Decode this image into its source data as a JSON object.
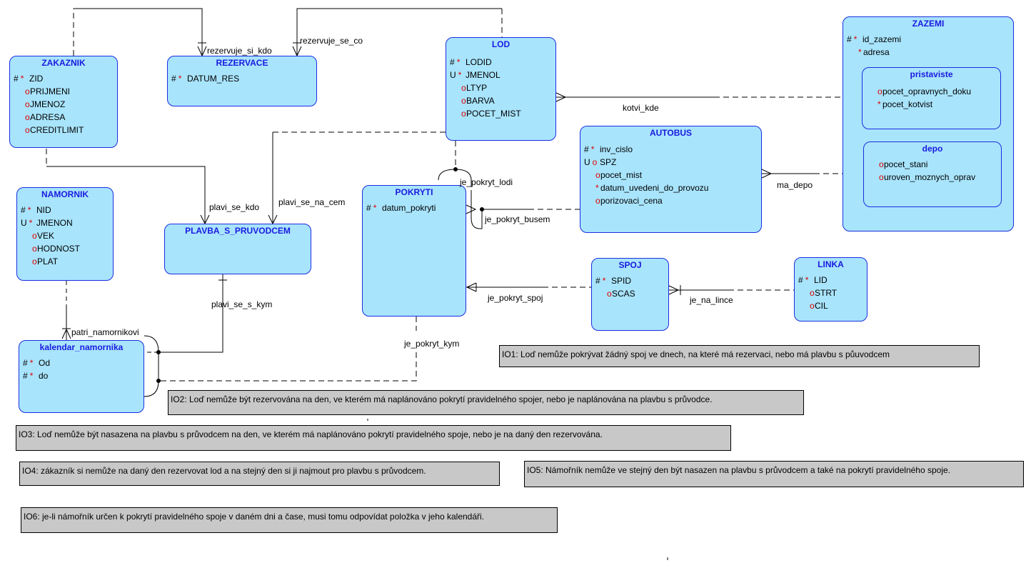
{
  "entities": {
    "zakaznik": {
      "title": "ZAKAZNIK",
      "attrs": [
        [
          "#",
          "*",
          "ZID"
        ],
        [
          "",
          "o",
          "PRIJMENI"
        ],
        [
          "",
          "o",
          "JMENOZ"
        ],
        [
          "",
          "o",
          "ADRESA"
        ],
        [
          "",
          "o",
          "CREDITLIMIT"
        ]
      ]
    },
    "rezervace": {
      "title": "REZERVACE",
      "attrs": [
        [
          "#",
          "*",
          "DATUM_RES"
        ]
      ]
    },
    "lod": {
      "title": "LOD",
      "attrs": [
        [
          "#",
          "*",
          "LODID"
        ],
        [
          "U",
          "*",
          "JMENOL"
        ],
        [
          "",
          "o",
          "LTYP"
        ],
        [
          "",
          "o",
          "BARVA"
        ],
        [
          "",
          "o",
          "POCET_MIST"
        ]
      ]
    },
    "zazemi": {
      "title": "ZAZEMI",
      "attrs": [
        [
          "#",
          "*",
          "id_zazemi"
        ],
        [
          "",
          "*",
          "adresa"
        ]
      ]
    },
    "pristaviste": {
      "title": "pristaviste",
      "attrs": [
        [
          "",
          "o",
          "pocet_opravnych_doku"
        ],
        [
          "",
          "*",
          "pocet_kotvist"
        ]
      ]
    },
    "depo": {
      "title": "depo",
      "attrs": [
        [
          "",
          "o",
          "pocet_stani"
        ],
        [
          "",
          "o",
          "uroven_moznych_oprav"
        ]
      ]
    },
    "autobus": {
      "title": "AUTOBUS",
      "attrs": [
        [
          "#",
          "*",
          "inv_cislo"
        ],
        [
          "U",
          "o",
          "SPZ"
        ],
        [
          "",
          "o",
          "pocet_mist"
        ],
        [
          "",
          "*",
          "datum_uvedeni_do_provozu"
        ],
        [
          "",
          "o",
          "porizovaci_cena"
        ]
      ]
    },
    "namornik": {
      "title": "NAMORNIK",
      "attrs": [
        [
          "#",
          "*",
          "NID"
        ],
        [
          "U",
          "*",
          "JMENON"
        ],
        [
          "",
          "o",
          "VEK"
        ],
        [
          "",
          "o",
          "HODNOST"
        ],
        [
          "",
          "o",
          "PLAT"
        ]
      ]
    },
    "plavba": {
      "title": "PLAVBA_S_PRUVODCEM",
      "attrs": []
    },
    "pokryti": {
      "title": "POKRYTI",
      "attrs": [
        [
          "#",
          "*",
          "datum_pokryti"
        ]
      ]
    },
    "spoj": {
      "title": "SPOJ",
      "attrs": [
        [
          "#",
          "*",
          "SPID"
        ],
        [
          "",
          "o",
          "SCAS"
        ]
      ]
    },
    "linka": {
      "title": "LINKA",
      "attrs": [
        [
          "#",
          "*",
          "LID"
        ],
        [
          "",
          "o",
          "STRT"
        ],
        [
          "",
          "o",
          "CIL"
        ]
      ]
    },
    "kalendar": {
      "title": "kalendar_namornika",
      "attrs": [
        [
          "#",
          "*",
          "Od"
        ],
        [
          "#",
          "*",
          "do"
        ]
      ]
    }
  },
  "relations": {
    "rezervuje_si_kdo": "rezervuje_si_kdo",
    "rezervuje_se_co": "rezervuje_se_co",
    "kotvi_kde": "kotvi_kde",
    "je_pokryt_lodi": "je_pokryt_lodi",
    "je_pokryt_busem": "je_pokryt_busem",
    "ma_depo": "ma_depo",
    "plavi_se_kdo": "plavi_se_kdo",
    "plavi_se_na_cem": "plavi_se_na_cem",
    "plavi_se_s_kym": "plavi_se_s_kym",
    "je_pokryt_spoj": "je_pokryt_spoj",
    "je_na_lince": "je_na_lince",
    "patri_namornikovi": "patri_namornikovi",
    "je_pokryt_kym": "je_pokryt_kym"
  },
  "notes": {
    "io1": "IO1: Loď nemůže pokrývat žádný spoj ve dnech, na které má rezervaci, nebo má plavbu s půuvodcem",
    "io2": "IO2: Loď nemůže být rezervována na den, ve kterém má naplánováno pokrytí pravidelného spojer, nebo je naplánována na plavbu s průvodce.",
    "io3": "IO3: Loď nemůže být nasazena na plavbu s průvodcem na den, ve kterém má naplánováno pokrytí pravidelného spoje, nebo je na daný den rezervována.",
    "io4": "IO4: zákazník si nemůže na daný den rezervovat  lod a na stejný den si ji najmout pro plavbu s průvodcem.",
    "io5": "IO5: Námořník nemůže ve stejný den být nasazen na plavbu s průvodcem a také na pokrytí pravidelného spoje.",
    "io6": "IO6: je-li námořník určen k pokrytí pravidelného spoje v daném dni a čase, musi tomu odpovídat položka v jeho kalendáři."
  },
  "colors": {
    "entity_fill": "#a8e4fc",
    "entity_border": "#1a2ee0",
    "title_text": "#1a1ae0",
    "optional_marker": "#e00000",
    "note_fill": "#c8c8c8"
  }
}
